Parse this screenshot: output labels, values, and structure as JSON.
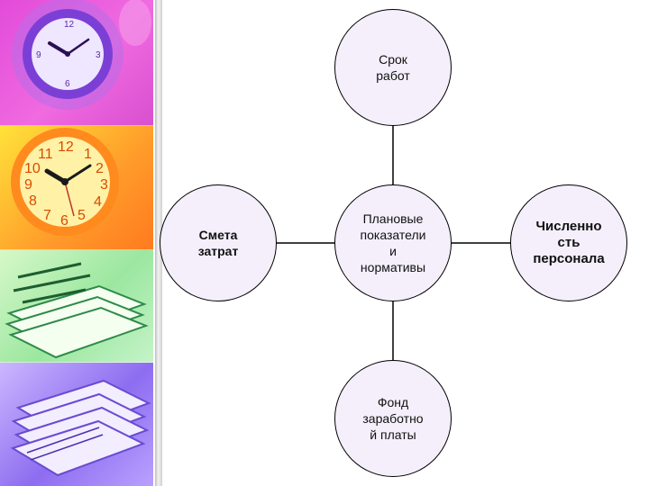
{
  "diagram": {
    "center": "Плановые\nпоказатели\nи\nнормативы",
    "top": "Срок\nработ",
    "left": "Смета\nзатрат",
    "right": "Численно\nсть\nперсонала",
    "bottom": "Фонд\nзаработно\nй платы"
  },
  "colors": {
    "node_fill": "#f4effb",
    "node_stroke": "#000000"
  },
  "icons": [
    "clock-icon",
    "clock-icon",
    "paper-stack-icon",
    "paper-stack-icon"
  ]
}
